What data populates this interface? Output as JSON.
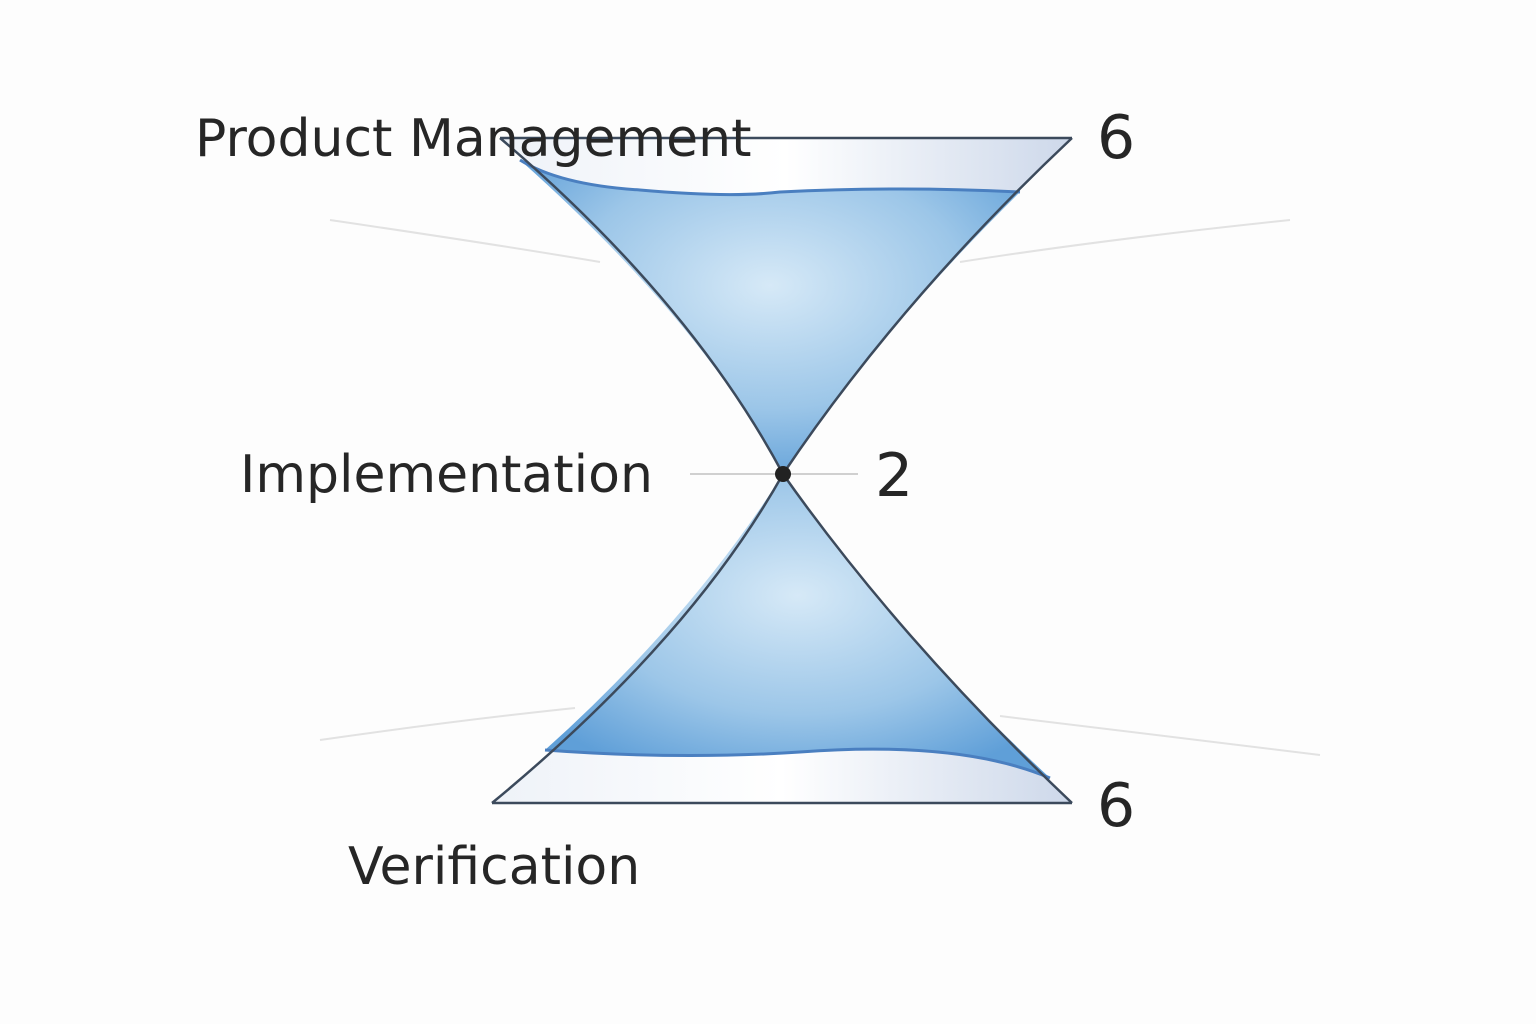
{
  "chart_data": {
    "type": "funnel",
    "shape": "hourglass",
    "categories": [
      "Product Management",
      "Implementation",
      "Verification"
    ],
    "values": [
      6,
      2,
      6
    ],
    "colors": {
      "fill": "#6fa8dc",
      "glass": "#dfe6f2",
      "stroke": "#3c4a5c",
      "dot": "#222222"
    }
  }
}
